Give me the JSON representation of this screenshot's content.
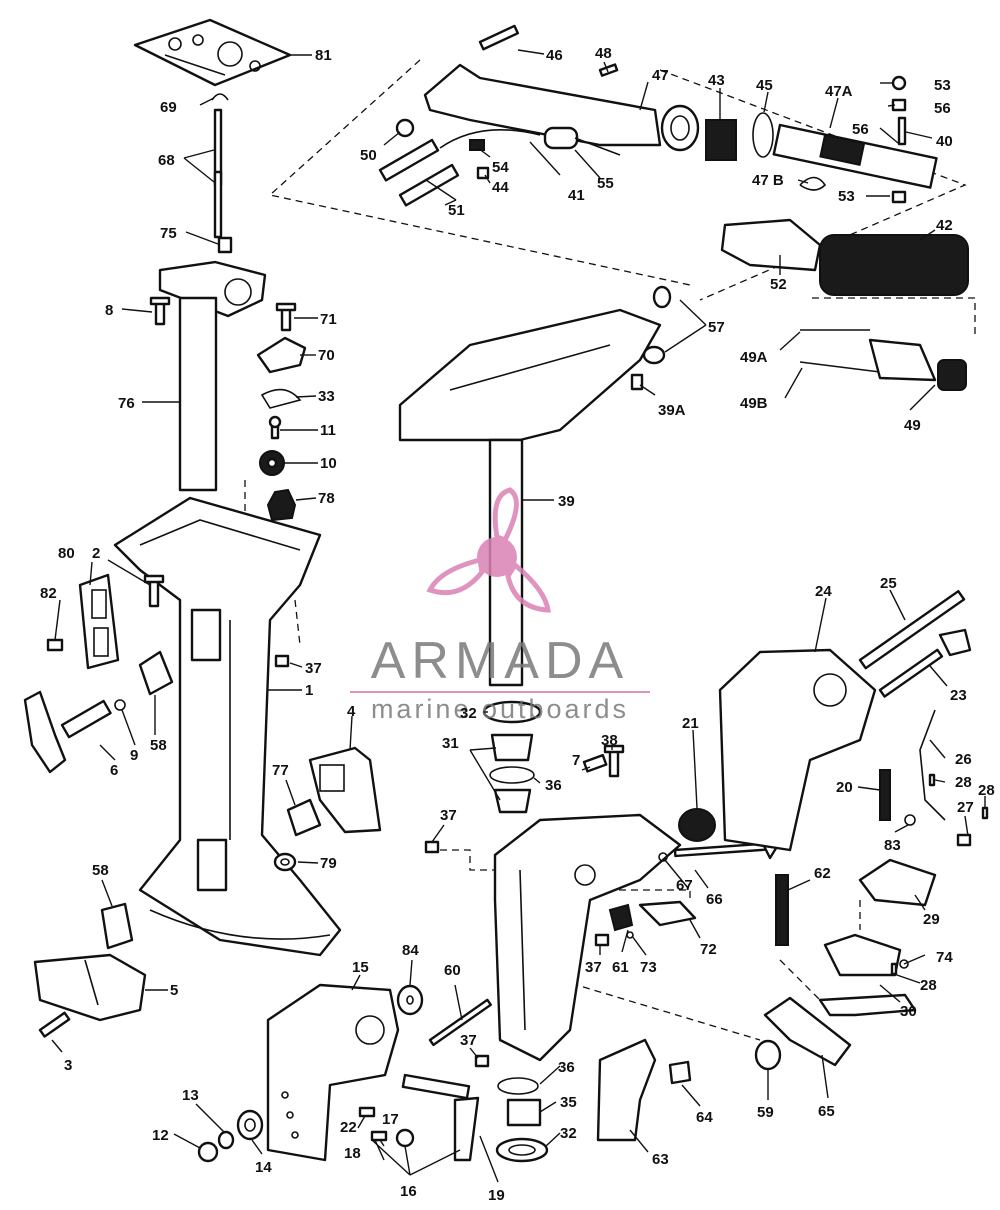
{
  "watermark": {
    "brand": "ARMADA",
    "tagline": "marine outboards",
    "color": "#d982b3",
    "text_color": "#7a7a7a"
  },
  "colors": {
    "ink": "#111111",
    "paper": "#ffffff"
  },
  "callouts": {
    "c1": "1",
    "c2": "2",
    "c3": "3",
    "c4": "4",
    "c5": "5",
    "c6": "6",
    "c7": "7",
    "c8": "8",
    "c9": "9",
    "c10": "10",
    "c11": "11",
    "c12": "12",
    "c13": "13",
    "c14": "14",
    "c15": "15",
    "c16": "16",
    "c17": "17",
    "c18": "18",
    "c19": "19",
    "c20": "20",
    "c21": "21",
    "c22": "22",
    "c23": "23",
    "c24": "24",
    "c25": "25",
    "c26": "26",
    "c27": "27",
    "c28a": "28",
    "c28b": "28",
    "c28c": "28",
    "c29": "29",
    "c30": "30",
    "c31": "31",
    "c32a": "32",
    "c32b": "32",
    "c33": "33",
    "c35": "35",
    "c36a": "36",
    "c36b": "36",
    "c37a": "37",
    "c37b": "37",
    "c37c": "37",
    "c37d": "37",
    "c38": "38",
    "c39": "39",
    "c39a": "39A",
    "c40": "40",
    "c41": "41",
    "c42": "42",
    "c43": "43",
    "c44": "44",
    "c45": "45",
    "c46": "46",
    "c47": "47",
    "c47a": "47A",
    "c47b": "47 B",
    "c48": "48",
    "c49": "49",
    "c49a": "49A",
    "c49b": "49B",
    "c50": "50",
    "c51": "51",
    "c52": "52",
    "c53a": "53",
    "c53b": "53",
    "c54": "54",
    "c55": "55",
    "c56a": "56",
    "c56b": "56",
    "c57": "57",
    "c58a": "58",
    "c58b": "58",
    "c59": "59",
    "c60": "60",
    "c61": "61",
    "c62": "62",
    "c63": "63",
    "c64": "64",
    "c65": "65",
    "c66": "66",
    "c67": "67",
    "c68": "68",
    "c69": "69",
    "c70": "70",
    "c71": "71",
    "c72": "72",
    "c73": "73",
    "c74": "74",
    "c75": "75",
    "c76": "76",
    "c77": "77",
    "c78": "78",
    "c79": "79",
    "c80": "80",
    "c81": "81",
    "c82": "82",
    "c83": "83",
    "c84": "84"
  }
}
